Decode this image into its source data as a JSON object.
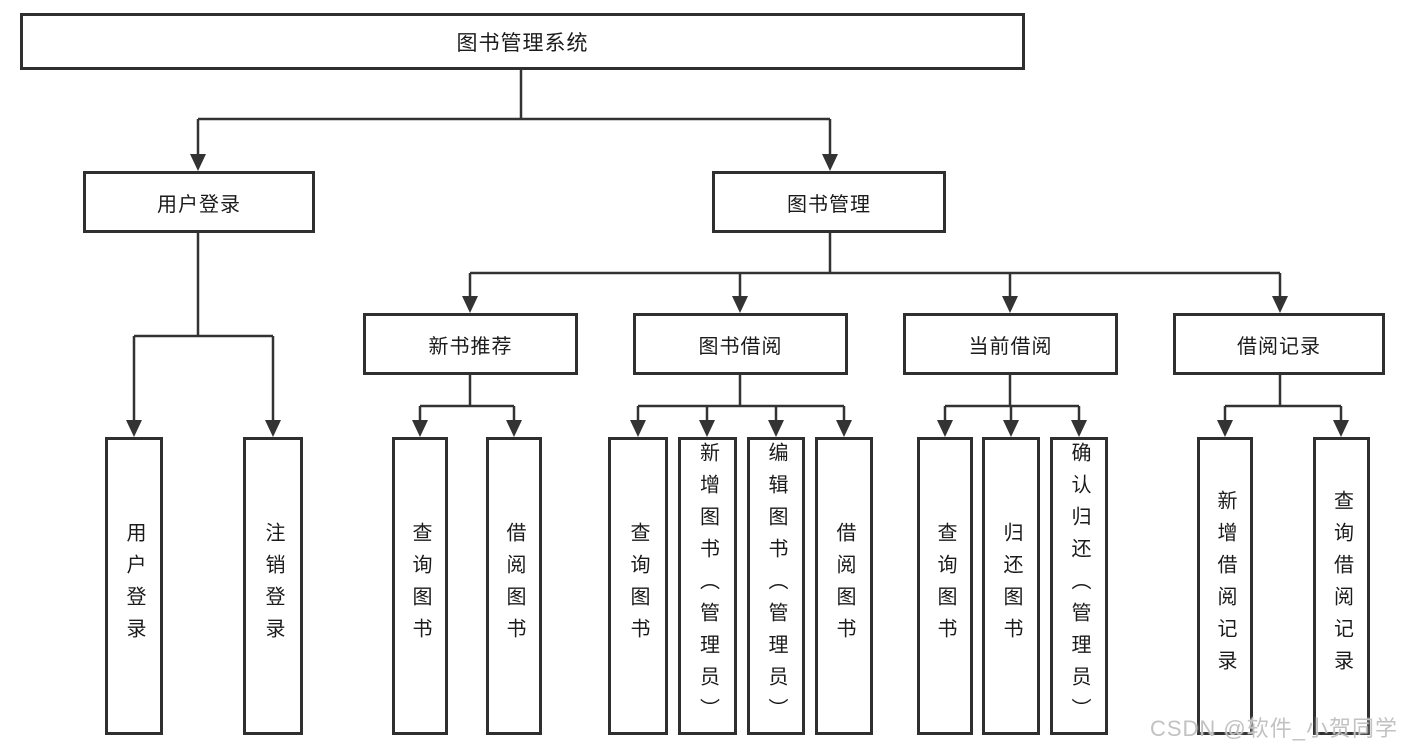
{
  "diagram": {
    "title": "图书管理系统",
    "root": {
      "label": "图书管理系统"
    },
    "level2": [
      {
        "label": "用户登录"
      },
      {
        "label": "图书管理"
      }
    ],
    "level3": [
      {
        "label": "新书推荐"
      },
      {
        "label": "图书借阅"
      },
      {
        "label": "当前借阅"
      },
      {
        "label": "借阅记录"
      }
    ],
    "leaves": [
      {
        "label": "用户登录"
      },
      {
        "label": "注销登录"
      },
      {
        "label": "查询图书"
      },
      {
        "label": "借阅图书"
      },
      {
        "label": "查询图书"
      },
      {
        "label": "新增图书（管理员）"
      },
      {
        "label": "编辑图书（管理员）"
      },
      {
        "label": "借阅图书"
      },
      {
        "label": "查询图书"
      },
      {
        "label": "归还图书"
      },
      {
        "label": "确认归还（管理员）"
      },
      {
        "label": "新增借阅记录"
      },
      {
        "label": "查询借阅记录"
      }
    ],
    "watermark": "CSDN @软件_小贺同学",
    "colors": {
      "line": "#333333",
      "box_border": "#2f2f2f",
      "box_bg": "#ffffff",
      "text": "#1b1b1b",
      "watermark": "#c2c2c2"
    }
  }
}
